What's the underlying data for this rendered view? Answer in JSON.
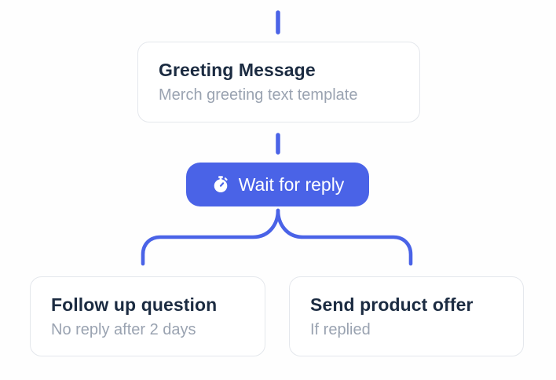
{
  "colors": {
    "accent": "#4a63e7",
    "heading": "#1b2b41",
    "muted": "#9aa3b1",
    "card_border": "#e4e7ec",
    "card_bg": "#ffffff",
    "page_bg": "#fefefe",
    "button_text": "#ffffff"
  },
  "nodes": {
    "greeting": {
      "title": "Greeting Message",
      "subtitle": "Merch greeting text template"
    },
    "wait": {
      "label": "Wait for reply",
      "icon": "stopwatch-icon"
    },
    "follow_up": {
      "title": "Follow up question",
      "subtitle": "No reply after 2 days"
    },
    "offer": {
      "title": "Send product offer",
      "subtitle": "If replied"
    }
  }
}
